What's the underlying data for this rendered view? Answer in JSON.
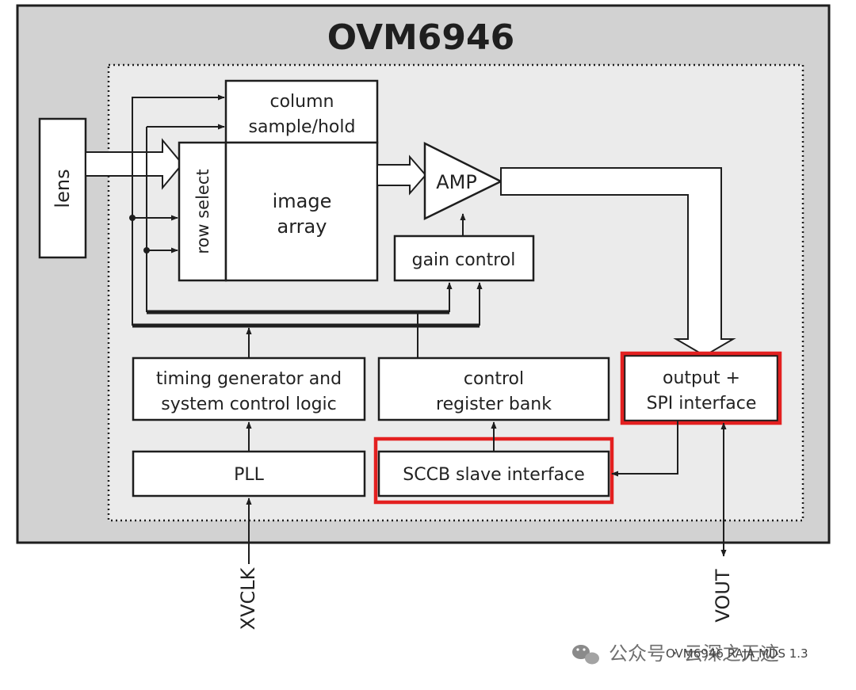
{
  "chip_title": "OVM6946",
  "blocks": {
    "lens": "lens",
    "column_sample_line1": "column",
    "column_sample_line2": "sample/hold",
    "row_select": "row select",
    "image_array_line1": "image",
    "image_array_line2": "array",
    "amp": "AMP",
    "gain_control": "gain control",
    "timing_line1": "timing generator and",
    "timing_line2": "system control logic",
    "control_reg_line1": "control",
    "control_reg_line2": "register bank",
    "output_line1": "output +",
    "output_line2": "SPI interface",
    "pll": "PLL",
    "sccb": "SCCB slave interface"
  },
  "pins": {
    "xvclk": "XVCLK",
    "vout": "VOUT"
  },
  "watermark": {
    "icon": "wechat-icon",
    "text": "公众号 · 云深之无迹",
    "overlay": "OVM6946 RAJA MDS 1.3"
  },
  "colors": {
    "chip_fill": "#d2d2d2",
    "inner_fill": "#ebebeb",
    "highlight": "#e32020",
    "line": "#1e1e1e"
  }
}
